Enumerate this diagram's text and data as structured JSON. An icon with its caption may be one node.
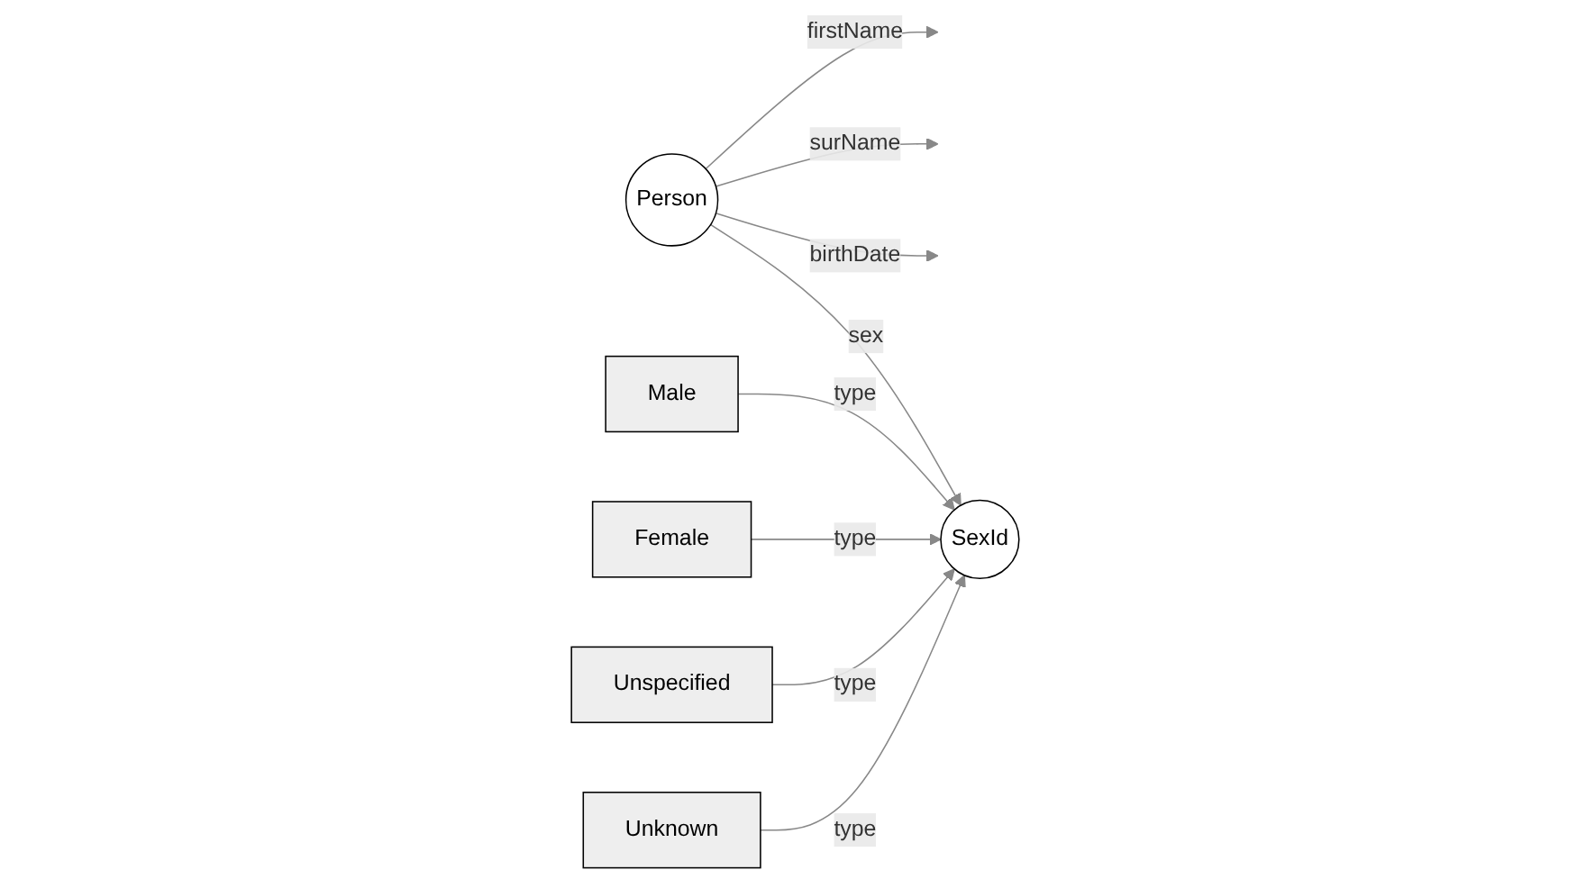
{
  "diagram": {
    "nodes": [
      {
        "text": [
          "Person"
        ]
      },
      {
        "text": [
          "SexId"
        ]
      },
      {
        "text": [
          "Male"
        ]
      },
      {
        "text": [
          "Female"
        ]
      },
      {
        "text": [
          "Unspecified"
        ]
      },
      {
        "text": [
          "Unknown"
        ]
      }
    ],
    "edges": [
      {
        "from": 0,
        "to": null,
        "arrow": "to",
        "label": "firstName"
      },
      {
        "from": 0,
        "to": null,
        "arrow": "to",
        "label": "surName"
      },
      {
        "from": 0,
        "to": null,
        "arrow": "to",
        "label": "birthDate"
      },
      {
        "from": 0,
        "to": 1,
        "arrow": "to",
        "label": "sex"
      },
      {
        "from": 2,
        "to": 1,
        "arrow": "to",
        "label": "type"
      },
      {
        "from": 3,
        "to": 1,
        "arrow": "to",
        "label": "type"
      },
      {
        "from": 4,
        "to": 1,
        "arrow": "to",
        "label": "type"
      },
      {
        "from": 5,
        "to": 1,
        "arrow": "to",
        "label": "type"
      }
    ]
  }
}
